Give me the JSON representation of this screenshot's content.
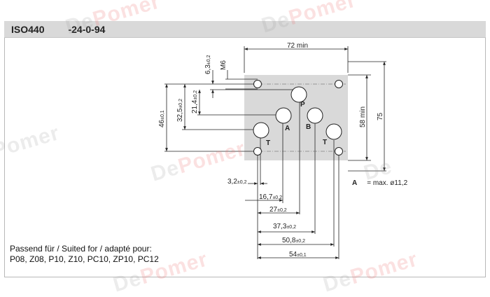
{
  "header": {
    "title_part1": "ISO440",
    "title_part2": "-24-0-94"
  },
  "dimensions": {
    "top_width": "72 min",
    "thread": "M6",
    "dim_6_3": "6,3",
    "dim_6_3_tol": "±0,2",
    "dim_21_4": "21,4",
    "dim_21_4_tol": "±0,2",
    "dim_32_5": "32,5",
    "dim_32_5_tol": "±0,2",
    "dim_46": "46",
    "dim_46_tol": "±0,1",
    "dim_58": "58 min",
    "dim_75": "75",
    "dim_3_2": "3,2",
    "dim_3_2_tol": "±0,2",
    "dim_16_7": "16,7",
    "dim_16_7_tol": "±0,2",
    "dim_27": "27",
    "dim_27_tol": "±0,2",
    "dim_37_3": "37,3",
    "dim_37_3_tol": "±0,2",
    "dim_50_8": "50,8",
    "dim_50_8_tol": "±0,2",
    "dim_54": "54",
    "dim_54_tol": "±0,1"
  },
  "ports": {
    "p": "P",
    "a": "A",
    "b": "B",
    "t_left": "T",
    "t_right": "T"
  },
  "note": {
    "label": "A",
    "text": "= max. ø11,2"
  },
  "caption": {
    "line1": "Passend für / Suited for / adapté pour:",
    "line2": "P08, Z08, P10, Z10, PC10, ZP10, PC12"
  },
  "watermark": {
    "text_a": "De",
    "text_b": "Pomer"
  },
  "colors": {
    "plate": "#d9d9d9",
    "header": "#d9d9d9",
    "line": "#222222"
  }
}
